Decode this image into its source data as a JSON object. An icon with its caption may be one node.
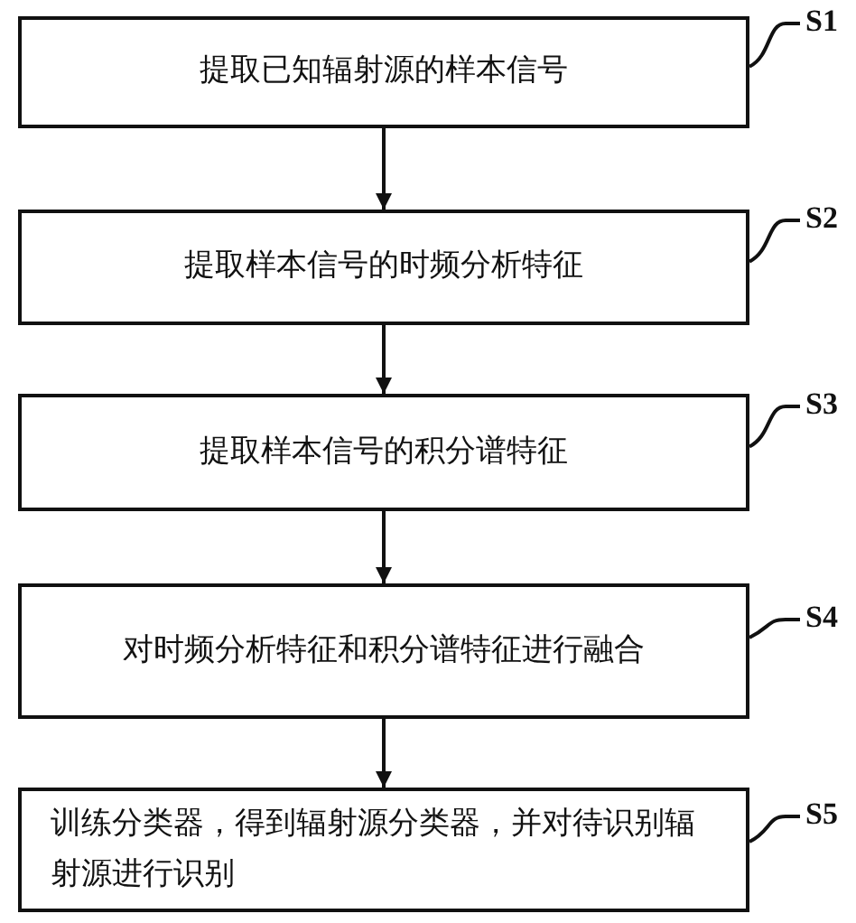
{
  "diagram": {
    "nodes": [
      {
        "text": [
          "提取已知辐射源的样本信号"
        ]
      },
      {
        "text": [
          "提取样本信号的时频分析特征"
        ]
      },
      {
        "text": [
          "提取样本信号的积分谱特征"
        ]
      },
      {
        "text": [
          "对时频分析特征和积分谱特征进行融合"
        ]
      },
      {
        "text": [
          "训练分类器，得到辐射源分类器，并对待识别辐射源进行识别"
        ]
      },
      {
        "text": [
          "S1"
        ]
      },
      {
        "text": [
          "S2"
        ]
      },
      {
        "text": [
          "S3"
        ]
      },
      {
        "text": [
          "S4"
        ]
      },
      {
        "text": [
          "S5"
        ]
      }
    ],
    "edges": [
      {
        "from": 0,
        "to": 1,
        "arrow": "to"
      },
      {
        "from": 1,
        "to": 2,
        "arrow": "to"
      },
      {
        "from": 2,
        "to": 3,
        "arrow": "to"
      },
      {
        "from": 3,
        "to": 4,
        "arrow": "to"
      },
      {
        "from": 5,
        "to": 0,
        "arrow": "none"
      },
      {
        "from": 6,
        "to": 1,
        "arrow": "none"
      },
      {
        "from": 7,
        "to": 2,
        "arrow": "none"
      },
      {
        "from": 8,
        "to": 3,
        "arrow": "none"
      },
      {
        "from": 9,
        "to": 4,
        "arrow": "none"
      }
    ]
  }
}
